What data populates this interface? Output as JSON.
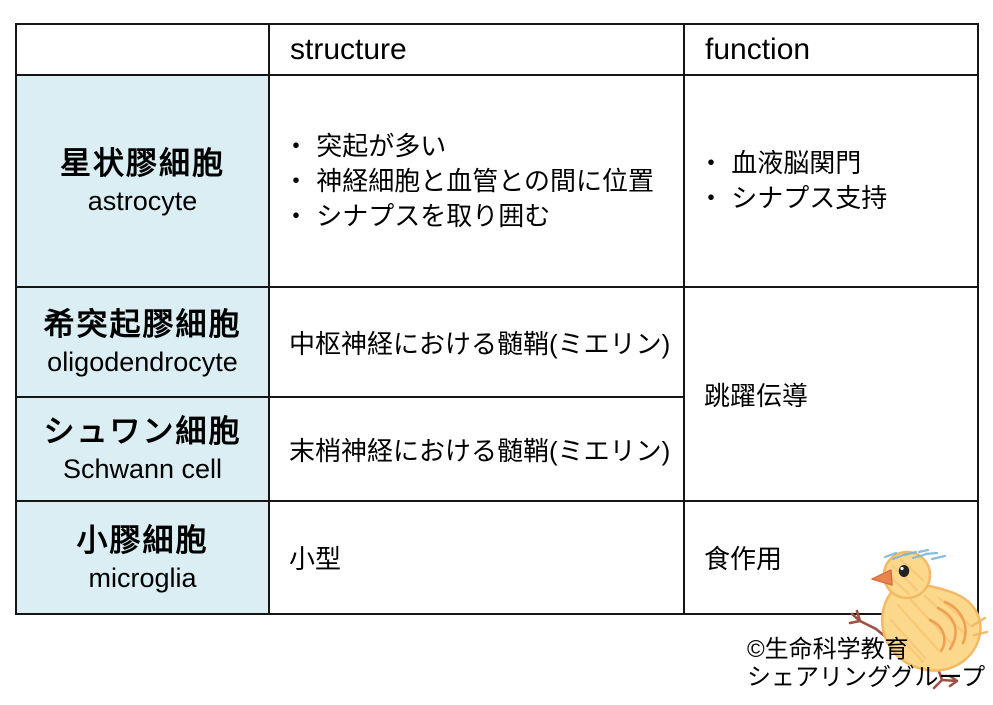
{
  "colors": {
    "name_cell_blue": "#daeef3",
    "table_border": "#161616",
    "chick_yellow": "#fcd88d",
    "chick_orange": "#ee9b4d",
    "chick_leg_brown": "#9c5243",
    "chick_splash_blue": "#74b4d8"
  },
  "table": {
    "header": {
      "blank": "",
      "structure": "structure",
      "function": "function"
    },
    "rows": [
      {
        "ja": "星状膠細胞",
        "en": "astrocyte",
        "structure": [
          "・ 突起が多い",
          "・ 神経細胞と血管との間に位置",
          "・ シナプスを取り囲む"
        ],
        "function": [
          "・ 血液脳関門",
          "・ シナプス支持"
        ]
      },
      {
        "ja": "希突起膠細胞",
        "en": "oligodendrocyte",
        "structure": "中枢神経における髄鞘(ミエリン)",
        "function_merged": "跳躍伝導"
      },
      {
        "ja": "シュワン細胞",
        "en": "Schwann cell",
        "structure": "末梢神経における髄鞘(ミエリン)"
      },
      {
        "ja": "小膠細胞",
        "en": "microglia",
        "structure": "小型",
        "function": "食作用"
      }
    ]
  },
  "footer": {
    "credit_line1": "©生命科学教育",
    "credit_line2": "シェアリンググループ"
  },
  "illustration": {
    "name": "hand-drawn crayon chick mascot"
  }
}
